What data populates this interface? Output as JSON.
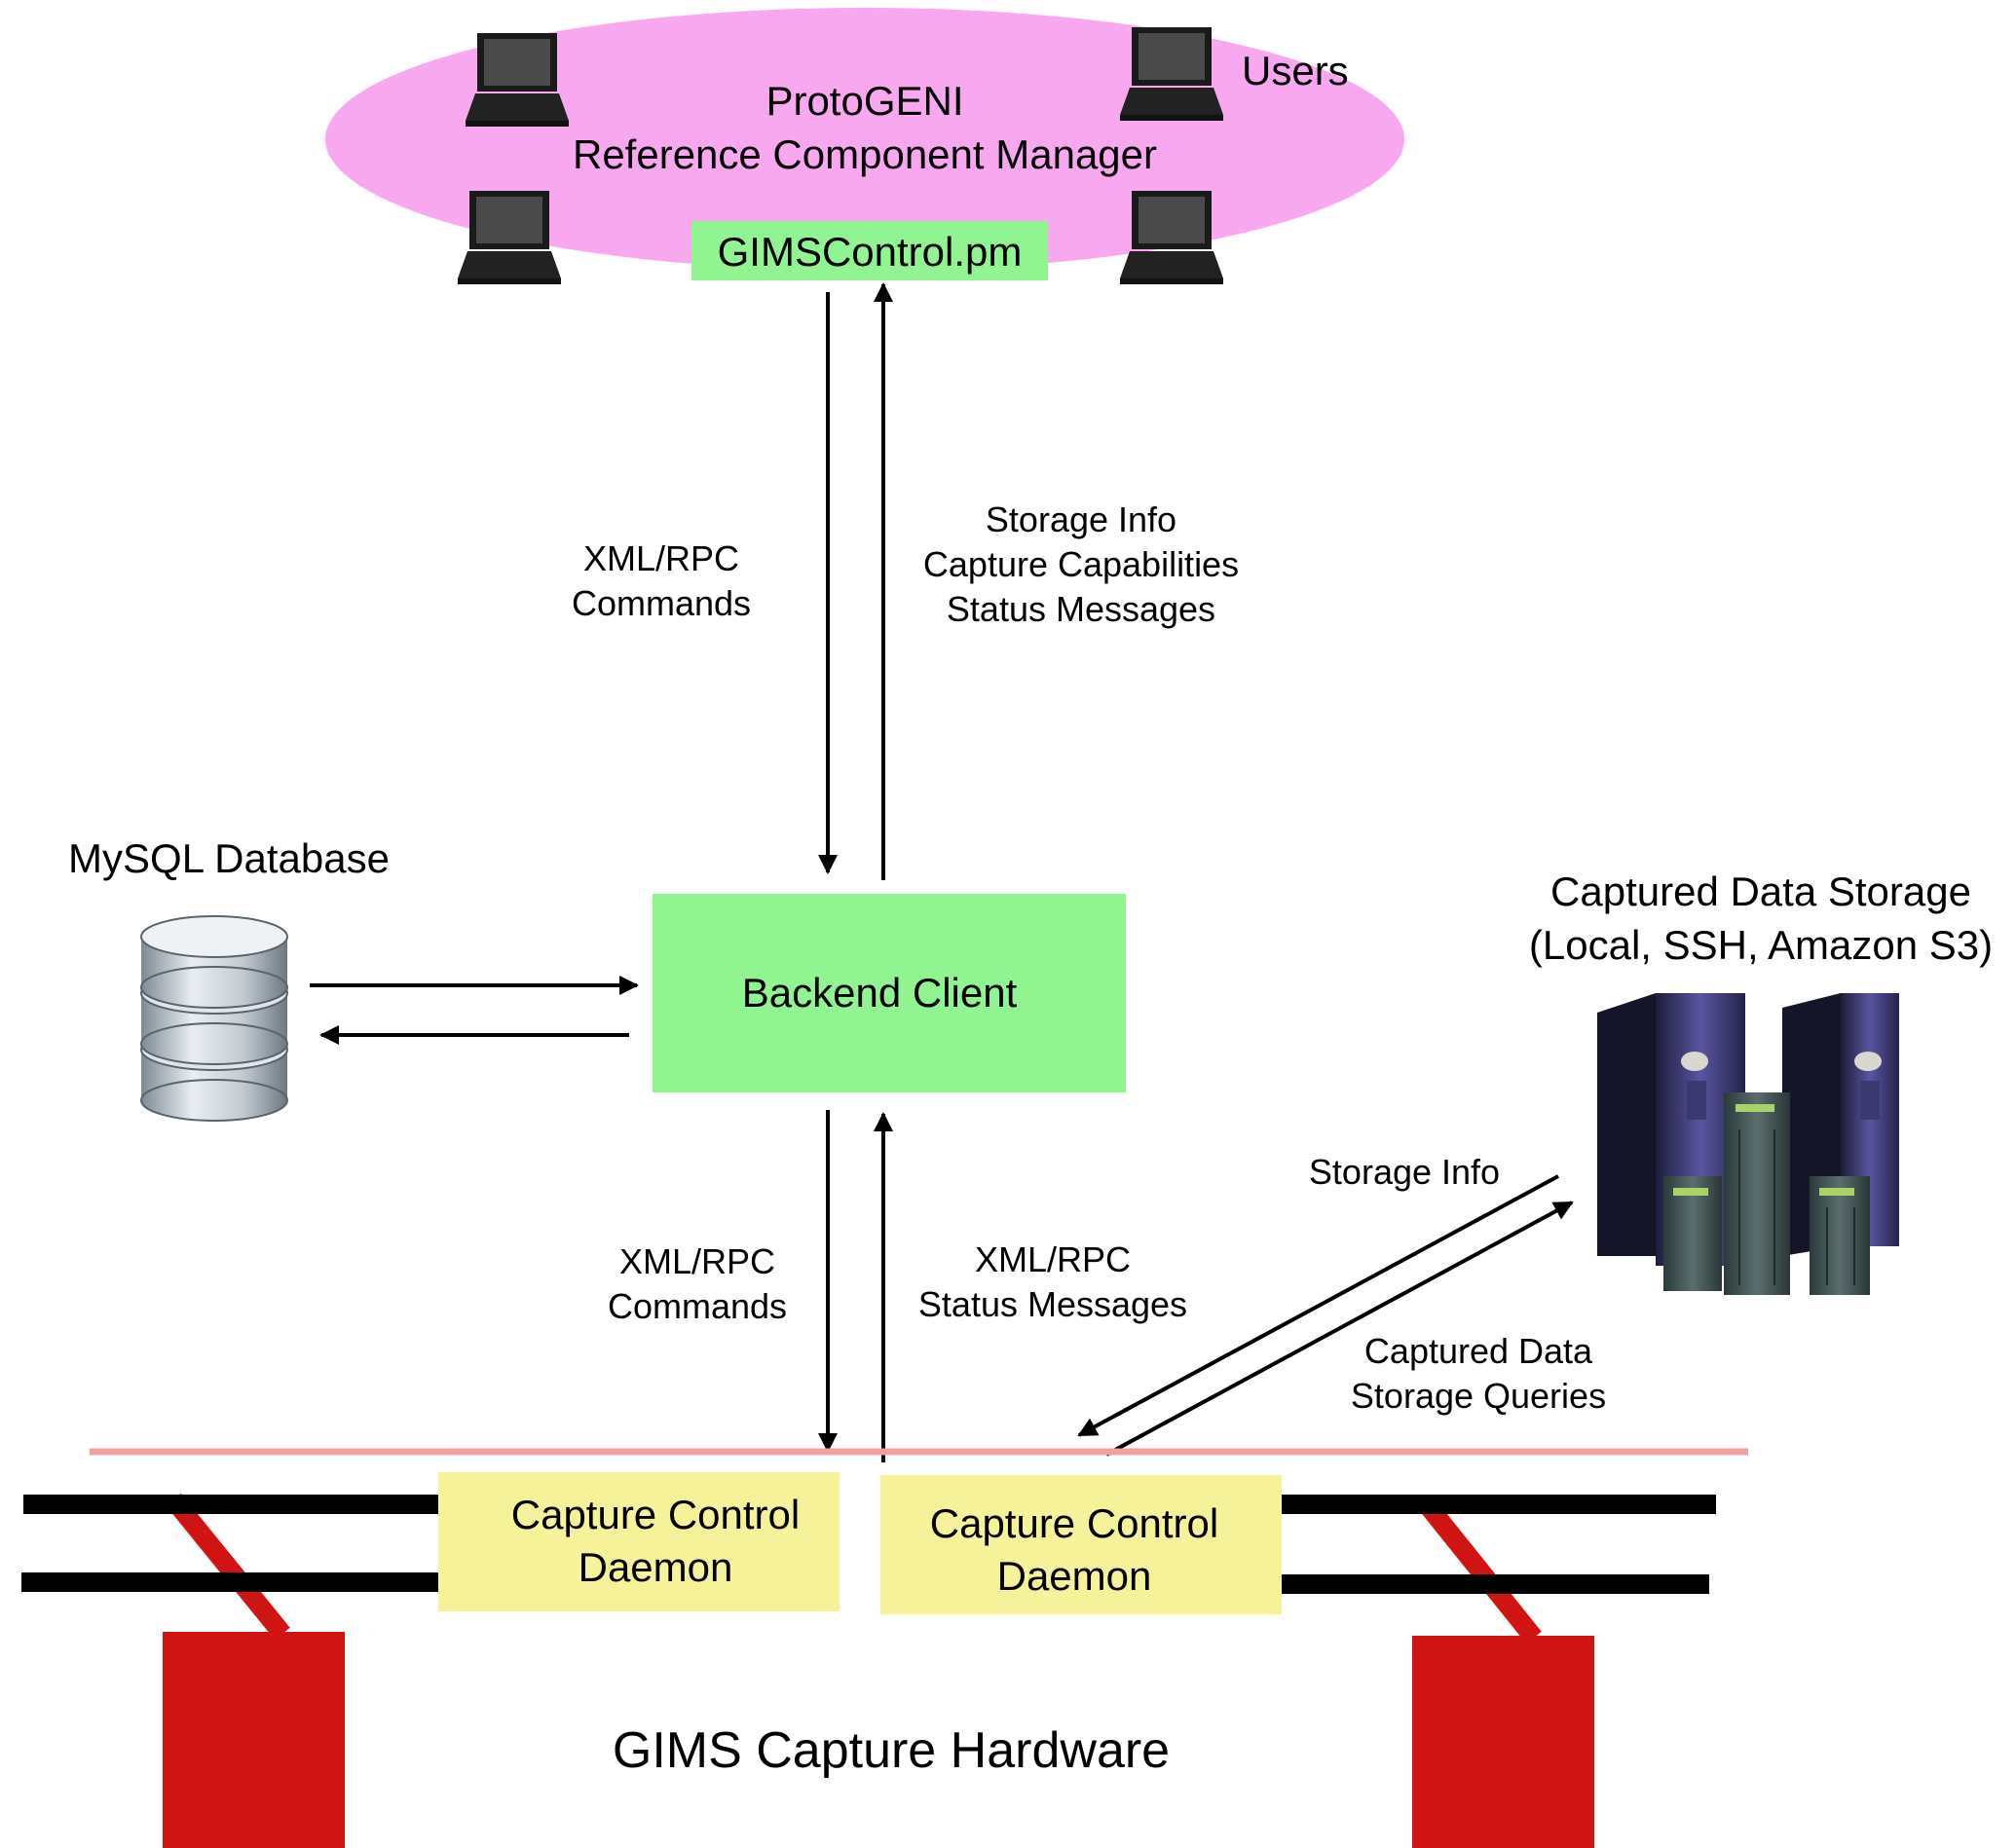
{
  "component_manager": {
    "line1": "ProtoGENI",
    "line2": "Reference Component Manager",
    "plugin": "GIMSControl.pm",
    "users_label": "Users"
  },
  "top_link": {
    "down_line1": "XML/RPC",
    "down_line2": "Commands",
    "up_line1": "Storage Info",
    "up_line2": "Capture Capabilities",
    "up_line3": "Status Messages"
  },
  "database": {
    "label": "MySQL Database"
  },
  "backend": {
    "label": "Backend Client"
  },
  "storage": {
    "line1": "Captured Data Storage",
    "line2": "(Local, SSH, Amazon S3)"
  },
  "bottom_link": {
    "down_line1": "XML/RPC",
    "down_line2": "Commands",
    "up_line1": "XML/RPC",
    "up_line2": "Status Messages"
  },
  "storage_link": {
    "to_daemon": "Storage Info",
    "to_storage_line1": "Captured Data",
    "to_storage_line2": "Storage Queries"
  },
  "daemons": [
    {
      "line1": "Capture Control",
      "line2": "Daemon"
    },
    {
      "line1": "Capture Control",
      "line2": "Daemon"
    }
  ],
  "hardware": {
    "label": "GIMS Capture Hardware"
  },
  "colors": {
    "ellipse": "#f7a8ef",
    "green_box": "#90f590",
    "daemon_box": "#f5f29a",
    "divider": "#f0a0a0",
    "hardware_red": "#d01414"
  }
}
